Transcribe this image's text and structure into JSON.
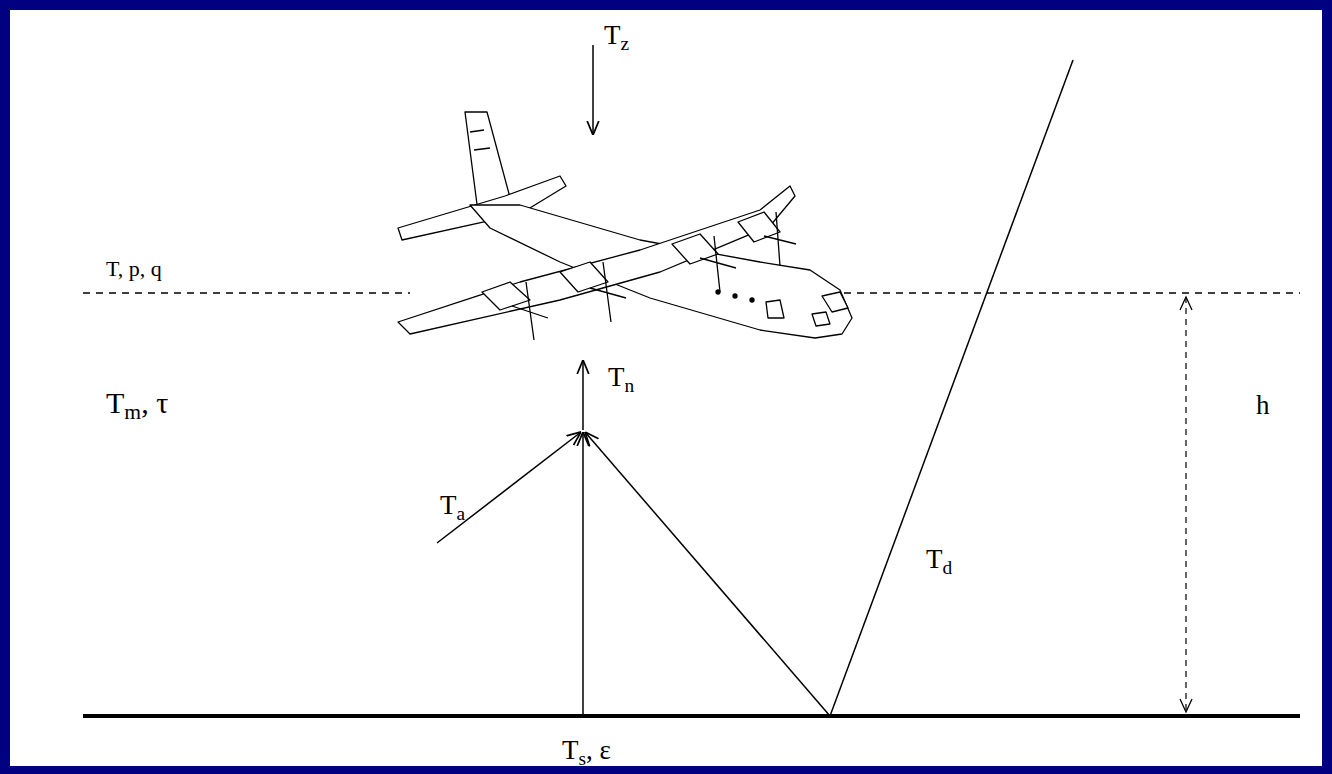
{
  "diagram": {
    "labels": [
      "Tz",
      "T, p, q",
      "Tn",
      "Tm, τ",
      "Ta",
      "Td",
      "h",
      "Ts, ε"
    ]
  }
}
